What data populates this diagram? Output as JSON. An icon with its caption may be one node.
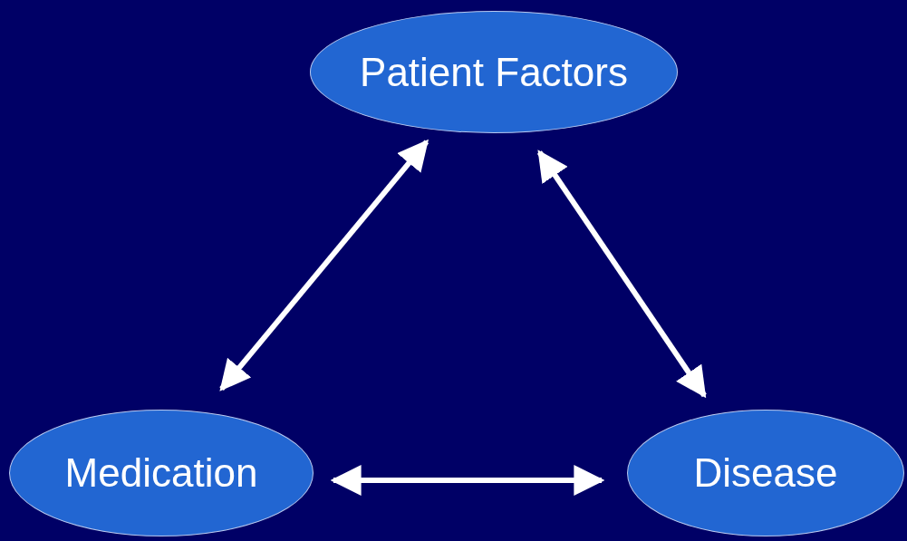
{
  "diagram": {
    "nodes": [
      {
        "text": [
          "Patient Factors"
        ]
      },
      {
        "text": [
          "Medication"
        ]
      },
      {
        "text": [
          "Disease"
        ]
      }
    ],
    "edges": [
      {
        "from": 0,
        "to": 1,
        "arrow": "both"
      },
      {
        "from": 0,
        "to": 2,
        "arrow": "both"
      },
      {
        "from": 1,
        "to": 2,
        "arrow": "both"
      }
    ]
  }
}
